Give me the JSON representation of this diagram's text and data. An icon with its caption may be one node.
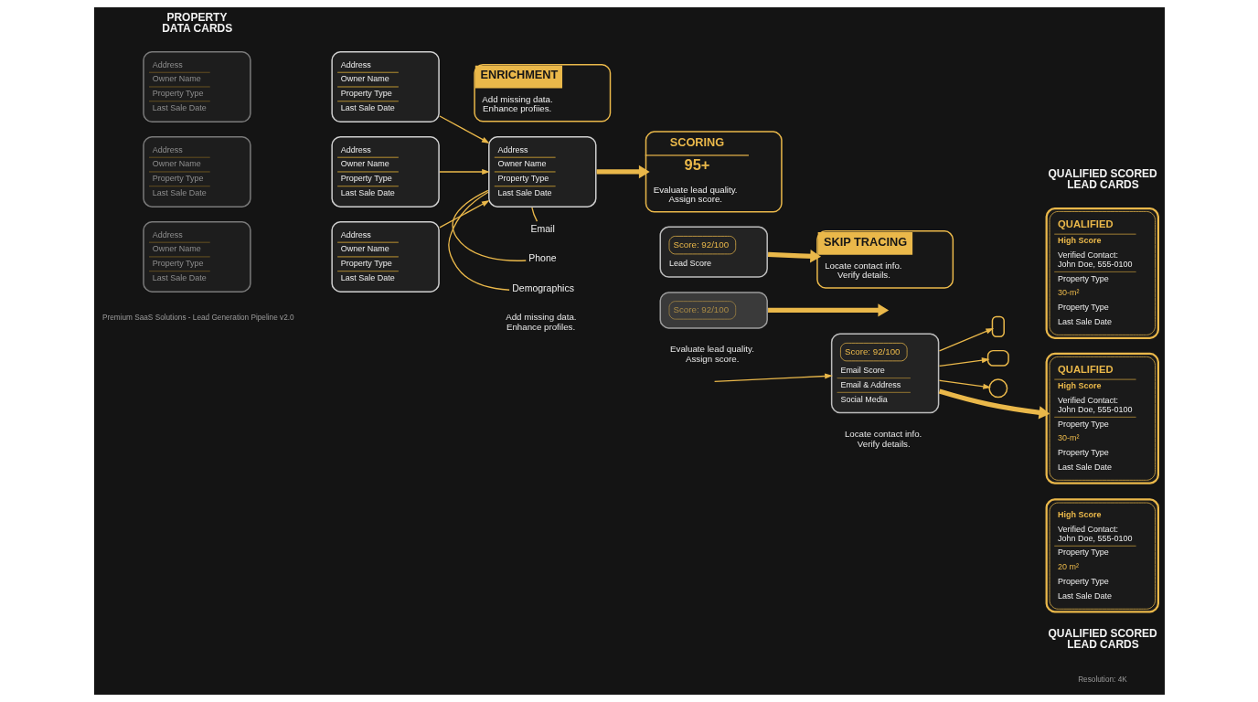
{
  "diagram": {
    "nodes": [
      {
        "text": [
          "Address",
          "Owner Name",
          "Property Type",
          "Last Sale Date"
        ]
      },
      {
        "text": [
          "Address",
          "Owner Name",
          "Property Type",
          "Last Sale Date"
        ]
      },
      {
        "text": [
          "Address",
          "Owner Name",
          "Property Type",
          "Last Sale Date"
        ]
      },
      {
        "text": [
          "Address",
          "Owner Name",
          "Property Type",
          "Last Sale Date"
        ]
      },
      {
        "text": [
          "Address",
          "Owner Name",
          "Property Type",
          "Last Sale Date"
        ]
      },
      {
        "text": [
          "Address",
          "Owner Name",
          "Property Type",
          "Last Sale Date"
        ]
      },
      {
        "text": [
          "ENRICHMENT",
          "Add missing data. Enhance profiies."
        ]
      },
      {
        "text": [
          "Address",
          "Owner Name",
          "Property Type",
          "Last Sale Date"
        ]
      },
      {
        "text": [
          "Email"
        ]
      },
      {
        "text": [
          "Phone"
        ]
      },
      {
        "text": [
          "Demographics"
        ]
      },
      {
        "text": [
          "SCORING",
          "95+",
          "Evaluate lead quality. Assign score."
        ]
      },
      {
        "text": [
          "Score: 92/100",
          "Lead Score"
        ]
      },
      {
        "text": [
          "Score: 92/100"
        ]
      },
      {
        "text": [
          "SKIP TRACING",
          "Locate contact info. Verify details."
        ]
      },
      {
        "text": [
          "Score: 92/100",
          "Email Score",
          "Email & Address",
          "Social Media"
        ]
      },
      {
        "text": [],
        "shape": "box"
      },
      {
        "text": [],
        "shape": "box"
      },
      {
        "text": [],
        "shape": "circle"
      },
      {
        "text": [
          "QUALIFIED",
          "High Score",
          "Verified Contact: John Doe, 555-0100",
          "Property Type",
          "30-m²",
          "Property Type",
          "Last Sale Date"
        ]
      },
      {
        "text": [
          "QUALIFIED",
          "High Score",
          "Verified Contact: John Doe, 555-0100",
          "Property Type",
          "30-m²",
          "Property Type",
          "Last Sale Date"
        ]
      },
      {
        "text": [
          "High Score",
          "Verified Contact: John Doe, 555-0100",
          "Property Type",
          "20 m²",
          "Property Type",
          "Last Sale Date"
        ]
      }
    ],
    "edges": [
      {
        "from": 1,
        "to": 7,
        "arrow": "to"
      },
      {
        "from": 3,
        "to": 7,
        "arrow": "to"
      },
      {
        "from": 5,
        "to": 7,
        "arrow": "to"
      },
      {
        "from": 7,
        "to": 11,
        "arrow": "to",
        "style": "thick"
      },
      {
        "from": 7,
        "to": 8,
        "arrow": "none"
      },
      {
        "from": 7,
        "to": 9,
        "arrow": "none"
      },
      {
        "from": 7,
        "to": 10,
        "arrow": "none"
      },
      {
        "from": 12,
        "to": 14,
        "arrow": "to",
        "style": "thick"
      },
      {
        "from": 13,
        "to": null,
        "arrow": "to",
        "style": "thick"
      },
      {
        "from": null,
        "to": 15,
        "arrow": "to"
      },
      {
        "from": 15,
        "to": 20,
        "arrow": "to",
        "style": "thick"
      },
      {
        "from": 15,
        "to": 16,
        "arrow": "to"
      },
      {
        "from": 15,
        "to": 17,
        "arrow": "to"
      },
      {
        "from": 15,
        "to": 18,
        "arrow": "to"
      }
    ],
    "labels": [
      "PROPERTY DATA CARDS",
      "QUALIFIED SCORED LEAD CARDS",
      "Add missing data. Enhance profiles.",
      "Evaluate lead quality. Assign score.",
      "Locate contact info. Verify details.",
      "QUALIFIED SCORED LEAD CARDS",
      "Premium SaaS Solutions - Lead Generation Pipeline v2.0",
      "Resolution: 4K"
    ]
  }
}
